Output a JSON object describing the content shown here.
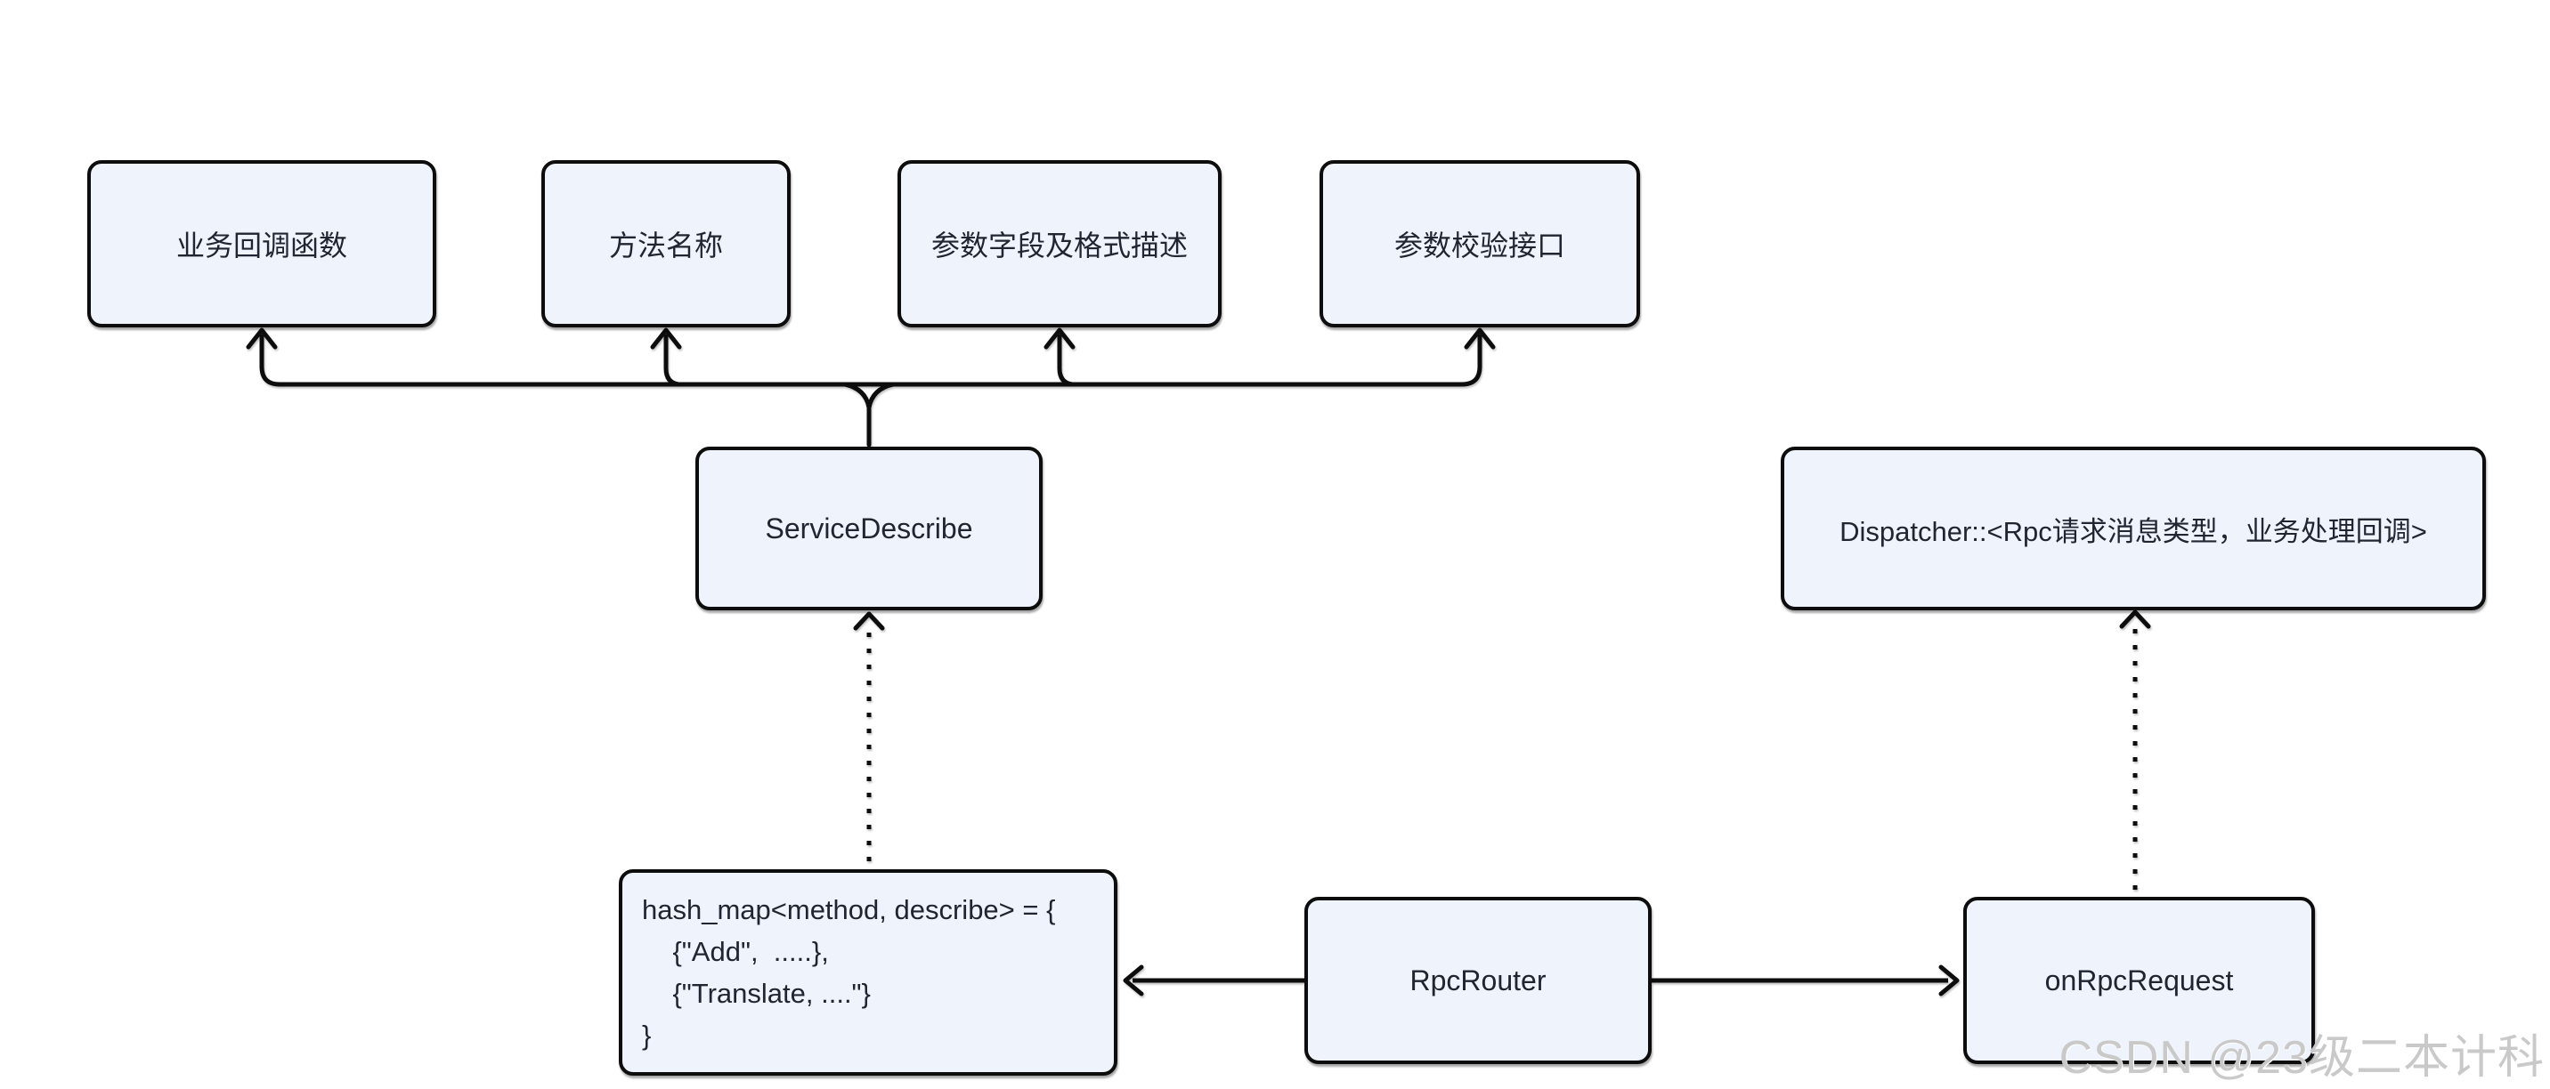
{
  "diagram": {
    "colors": {
      "background": "#ffffff",
      "node_fill": "#eff3fb",
      "node_border": "#0d0d0d",
      "line": "#0d0d0d",
      "text": "#202531",
      "watermark": "#c9c9c9"
    },
    "nodes": {
      "callback": {
        "label": "业务回调函数"
      },
      "method_name": {
        "label": "方法名称"
      },
      "param_format": {
        "label": "参数字段及格式描述"
      },
      "param_validate": {
        "label": "参数校验接口"
      },
      "service_describe": {
        "label": "ServiceDescribe"
      },
      "dispatcher": {
        "label": "Dispatcher::<Rpc请求消息类型，业务处理回调>"
      },
      "hashmap": {
        "lines": [
          "hash_map<method, describe> = {",
          "    {\"Add\",  .....},",
          "    {\"Translate, ....\"}",
          "}"
        ]
      },
      "rpc_router": {
        "label": "RpcRouter"
      },
      "on_rpc_request": {
        "label": "onRpcRequest"
      }
    },
    "watermark": "CSDN @23级二本计科"
  }
}
